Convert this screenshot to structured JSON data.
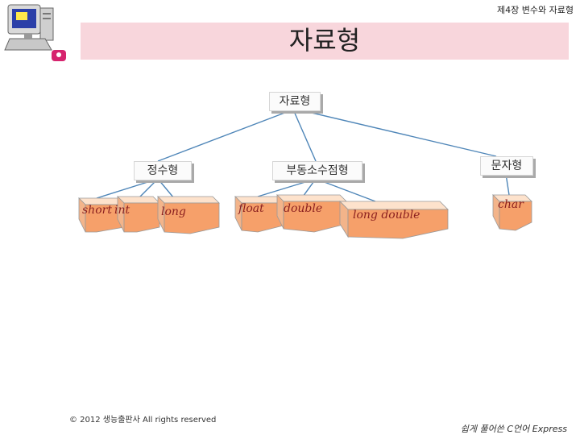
{
  "header": {
    "chapter": "제4장 변수와 자료형",
    "title": "자료형"
  },
  "colors": {
    "title_band": "#f8d6dc",
    "connector": "#4f86b8",
    "box_top": "#fde2cc",
    "box_side": "#f6a06a",
    "box_label": "#8a1f1f"
  },
  "icons": [
    "computer-icon"
  ],
  "diagram": {
    "root": "자료형",
    "categories": {
      "integer": "정수형",
      "float": "부동소수점형",
      "char": "문자형"
    },
    "types": {
      "short": "short",
      "int": "int",
      "long": "long",
      "float": "float",
      "double": "double",
      "long_double": "long double",
      "char": "char"
    }
  },
  "footer": {
    "copyright": "© 2012 생능출판사  All rights reserved",
    "book": "쉽게 풀어쓴 C언어 Express"
  }
}
